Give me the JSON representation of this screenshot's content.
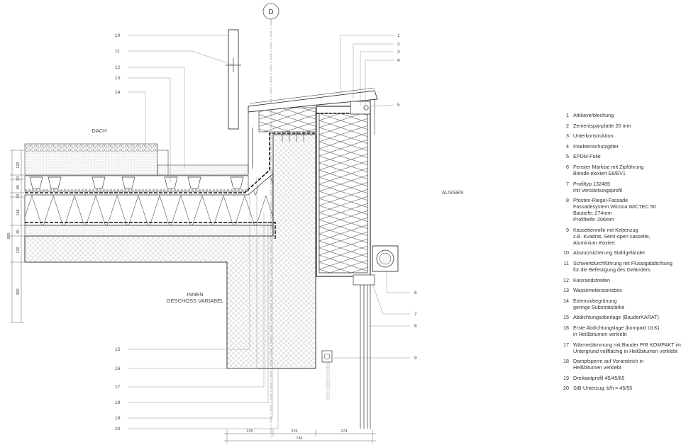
{
  "axis_label": "D",
  "labels": {
    "roof": "DACH",
    "outside": "AUSSEN",
    "inside_line1": "INNEN",
    "inside_line2": "GESCHOSS VARIABEL"
  },
  "callouts_left": [
    "10",
    "11",
    "12",
    "13",
    "14",
    "15",
    "16",
    "17",
    "18",
    "19",
    "20"
  ],
  "callouts_right": [
    "1",
    "2",
    "3",
    "4",
    "5",
    "6",
    "7",
    "8",
    "9"
  ],
  "vertical_dimensions": [
    "120",
    "20",
    "85",
    "20",
    "160",
    "40",
    "120",
    "300"
  ],
  "vertical_total": "865",
  "horizontal_dimensions": [
    "225",
    "225",
    "274"
  ],
  "horizontal_total": "745",
  "legend": [
    {
      "num": "1",
      "text": "Attikaverblechung"
    },
    {
      "num": "2",
      "text": "Zementspanplatte 20 mm"
    },
    {
      "num": "3",
      "text": "Unterkonstruktion"
    },
    {
      "num": "4",
      "text": "Insektenschutzgitter"
    },
    {
      "num": "5",
      "text": "EPDM-Folie"
    },
    {
      "num": "6",
      "text": "Fenster Markise mit Zipführung\nBlende eloxiert E6/EV1"
    },
    {
      "num": "7",
      "text": "Profiltyp 132485\nmit Verstärkungsprofil"
    },
    {
      "num": "8",
      "text": "Pfosten-Riegel-Fassade\nFassadesystem Wicona WICTEC 50\nBautiefe: 274mm\nProfiltiefe: 206mm"
    },
    {
      "num": "9",
      "text": "Kassettenrollo mit Kettenzug\nz.B. Kvadrat, Semi-open cassette,\nAluminium eloxiert"
    },
    {
      "num": "10",
      "text": "Abstutzsicherung Stahlgeländer"
    },
    {
      "num": "11",
      "text": "Schwertdurchführung mit Flüssigabdichtung\nfür die Befestigung des Geländers"
    },
    {
      "num": "12",
      "text": "Kiesrandstreifen"
    },
    {
      "num": "13",
      "text": "Wasserretensionsbox"
    },
    {
      "num": "14",
      "text": "Extensivbegrünung\ngeringe Substratstärke"
    },
    {
      "num": "15",
      "text": "Abdichtungsoberlage (BauderKARAT)"
    },
    {
      "num": "16",
      "text": "Erste Abdichtungslage (kompakt ULK)\nin Heißbitumen verklebt"
    },
    {
      "num": "17",
      "text": "Wärmedämmung mit Bauder PIR KOMPAKT im\nUntergrund vollflächig in Heißbitumen verklebt"
    },
    {
      "num": "18",
      "text": "Dampfsperre auf Voranstrich in\nHeißbitumen verklebt"
    },
    {
      "num": "19",
      "text": "Dreikantprofil 45/45/65"
    },
    {
      "num": "20",
      "text": "StB-Unterzug: b/h = 45/55"
    }
  ]
}
